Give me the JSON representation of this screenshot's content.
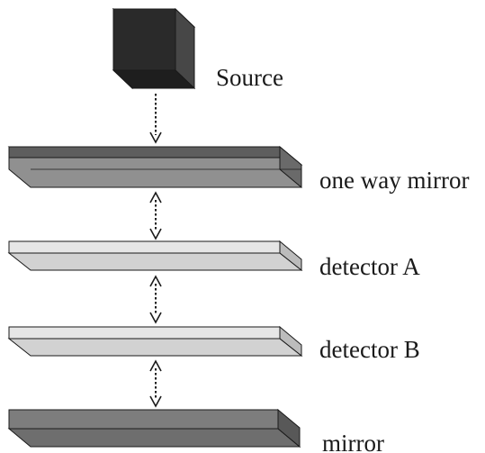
{
  "labels": {
    "source": "Source",
    "one_way_mirror": "one way mirror",
    "detector_a": "detector A",
    "detector_b": "detector B",
    "mirror": "mirror"
  },
  "colors": {
    "cube_front": "#2a2a2a",
    "cube_top": "#1e1e1e",
    "cube_side": "#474747",
    "one_way_top": "#5e5e5e",
    "one_way_front": "#909090",
    "one_way_band": "#7a7a7a",
    "one_way_side": "#6a6a6a",
    "detector_top": "#e6e6e6",
    "detector_front": "#d2d2d2",
    "detector_side": "#bcbcbc",
    "mirror_top": "#7d7d7d",
    "mirror_front": "#6e6e6e",
    "mirror_side": "#585858",
    "outline": "#1a1a1a",
    "arrow": "#1a1a1a"
  },
  "arrows": [
    {
      "name": "source-to-one-way-mirror-arrow",
      "direction": "down"
    },
    {
      "name": "one-way-mirror-to-detector-a-arrow",
      "direction": "both"
    },
    {
      "name": "detector-a-to-detector-b-arrow",
      "direction": "both"
    },
    {
      "name": "detector-b-to-mirror-arrow",
      "direction": "both"
    }
  ]
}
